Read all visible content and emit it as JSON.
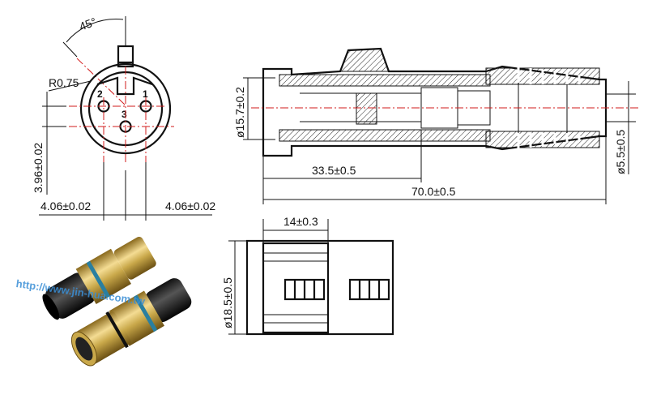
{
  "front_view": {
    "angle": "45°",
    "radius": "R0.75",
    "pins": [
      "1",
      "2",
      "3"
    ],
    "pin_spacing_vertical": "3.96±0.02",
    "pin_spacing_left": "4.06±0.02",
    "pin_spacing_right": "4.06±0.02"
  },
  "side_view": {
    "front_diameter": "ø15.7±0.2",
    "cable_diameter": "ø5.5±0.5",
    "insert_length": "33.5±0.5",
    "overall_length": "70.0±0.5"
  },
  "bottom_view": {
    "width": "14±0.3",
    "diameter": "ø18.5±0.5"
  },
  "photo": {
    "watermark": "http://www.jin-hua.com.tw"
  },
  "colors": {
    "centerline": "#d21b1b",
    "gold": "#c9a84a",
    "band": "#2a7fa0"
  }
}
